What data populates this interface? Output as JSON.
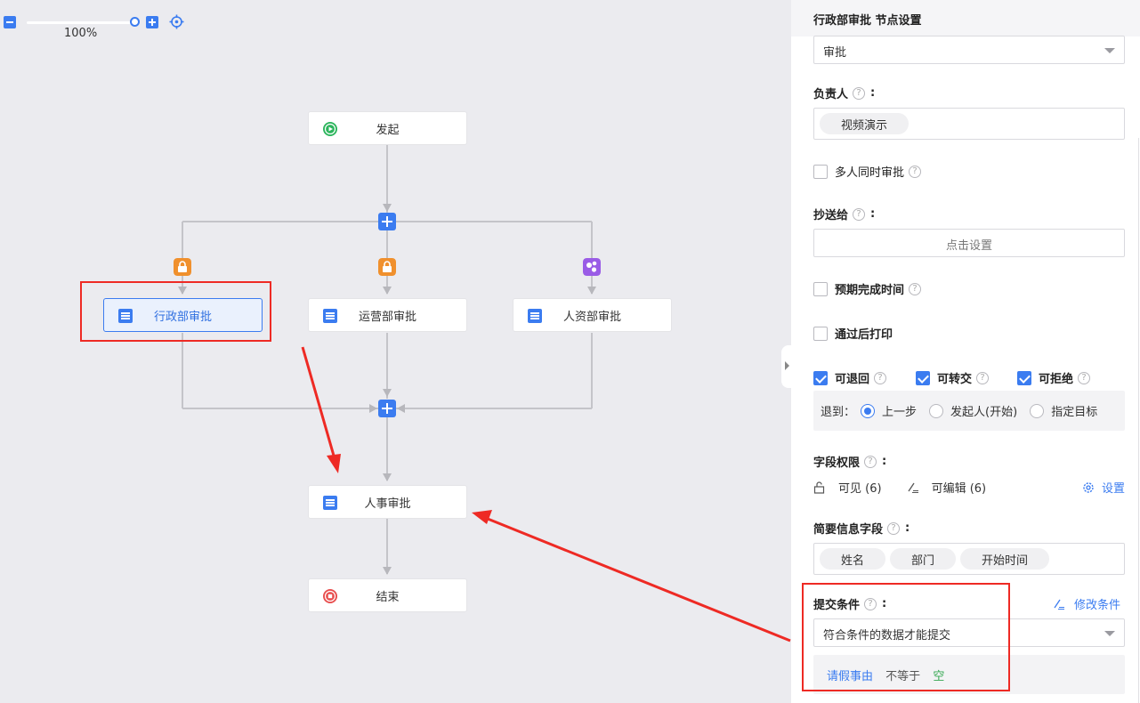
{
  "zoom": {
    "level": "100%",
    "percent": 100
  },
  "flow": {
    "start": "发起",
    "branches": [
      "行政部审批",
      "运营部审批",
      "人资部审批"
    ],
    "merge_node": "人事审批",
    "end": "结束"
  },
  "panel": {
    "title": "行政部审批  节点设置",
    "node_type": "审批",
    "owner": {
      "label": "负责人",
      "tags": [
        "视频演示"
      ]
    },
    "multi_approve": {
      "label": "多人同时审批",
      "checked": false
    },
    "cc": {
      "label": "抄送给",
      "button": "点击设置"
    },
    "deadline": {
      "label": "预期完成时间",
      "checked": false
    },
    "print_after": {
      "label": "通过后打印",
      "checked": false
    },
    "options": [
      {
        "label": "可退回",
        "checked": true
      },
      {
        "label": "可转交",
        "checked": true
      },
      {
        "label": "可拒绝",
        "checked": true
      }
    ],
    "return_to": {
      "label": "退到：",
      "choices": [
        "上一步",
        "发起人(开始)",
        "指定目标"
      ],
      "selected": "上一步"
    },
    "field_perm": {
      "label": "字段权限",
      "visible": "可见 (6)",
      "editable": "可编辑 (6)",
      "settings": "设置"
    },
    "summary_fields": {
      "label": "简要信息字段",
      "tags": [
        "姓名",
        "部门",
        "开始时间"
      ]
    },
    "submit_condition": {
      "label": "提交条件",
      "modify": "修改条件",
      "mode": "符合条件的数据才能提交",
      "rule": {
        "field": "请假事由",
        "operator": "不等于",
        "value": "空"
      }
    }
  },
  "colors": {
    "accent": "#3b7cf0",
    "annotation": "#ee2a24",
    "start": "#2db55d",
    "end": "#e84e4e",
    "lock_badge": "#f0902d",
    "hr_badge": "#9a5ce6"
  }
}
